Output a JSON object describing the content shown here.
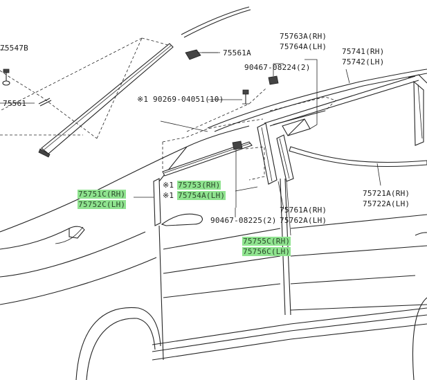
{
  "callouts": [
    {
      "id": "p75547b",
      "text": "75547B",
      "highlight": false
    },
    {
      "id": "p75561a",
      "text": "75561A",
      "highlight": false
    },
    {
      "id": "p75561",
      "text": "75561",
      "highlight": false
    },
    {
      "id": "p75763a",
      "text": "75763A(RH)",
      "highlight": false
    },
    {
      "id": "p75764a",
      "text": "75764A(LH)",
      "highlight": false
    },
    {
      "id": "p90467_08224",
      "text": "90467-08224(2)",
      "highlight": false
    },
    {
      "id": "p75741",
      "text": "75741(RH)",
      "highlight": false
    },
    {
      "id": "p75742",
      "text": "75742(LH)",
      "highlight": false
    },
    {
      "id": "p90269",
      "text": "※1 90269-04051(10)",
      "highlight": false
    },
    {
      "id": "p75751c",
      "text": "75751C(RH)",
      "highlight": true
    },
    {
      "id": "p75752c",
      "text": "75752C(LH)",
      "highlight": true
    },
    {
      "id": "p75753_prefix",
      "text": "※1",
      "highlight": false
    },
    {
      "id": "p75753",
      "text": "75753(RH)",
      "highlight": true
    },
    {
      "id": "p75754a_prefix",
      "text": "※1",
      "highlight": false
    },
    {
      "id": "p75754a",
      "text": "75754A(LH)",
      "highlight": true
    },
    {
      "id": "p75721a",
      "text": "75721A(RH)",
      "highlight": false
    },
    {
      "id": "p75722a",
      "text": "75722A(LH)",
      "highlight": false
    },
    {
      "id": "p75761a",
      "text": "75761A(RH)",
      "highlight": false
    },
    {
      "id": "p75762a",
      "text": "75762A(LH)",
      "highlight": false
    },
    {
      "id": "p90467_08225",
      "text": "90467-08225(2)",
      "highlight": false
    },
    {
      "id": "p75755c",
      "text": "75755C(RH)",
      "highlight": true
    },
    {
      "id": "p75756c",
      "text": "75756C(LH)",
      "highlight": true
    }
  ],
  "colors": {
    "highlight": "#8fe38f",
    "line": "#222222",
    "text": "#1a1a1a"
  }
}
